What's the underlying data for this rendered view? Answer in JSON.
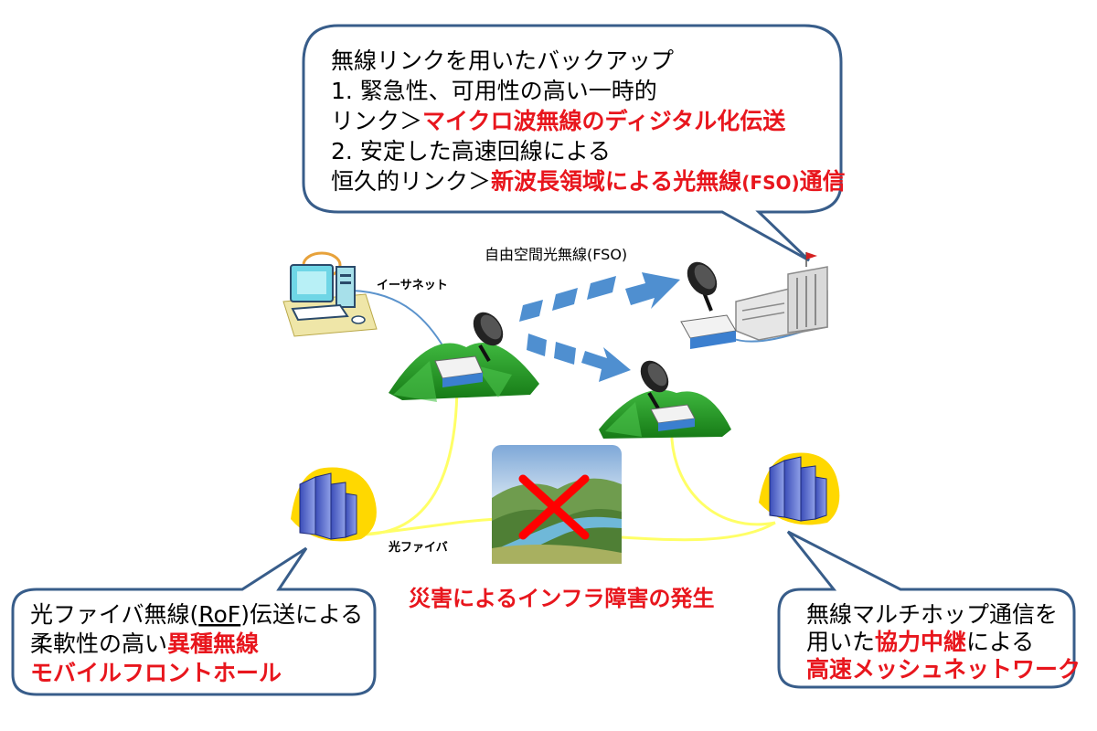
{
  "top_callout": {
    "line1": "無線リンクを用いたバックアップ",
    "line2": "1. 緊急性、可用性の高い一時的",
    "line3_black": "リンク＞",
    "line3_red": "マイクロ波無線のディジタル化伝送",
    "line4": "2. 安定した高速回線による",
    "line5_black": "恒久的リンク＞",
    "line5_red_a": "新波長領域による光無線",
    "line5_red_b": "(FSO)",
    "line5_red_c": "通信"
  },
  "fso_label": "自由空間光無線(FSO)",
  "ethernet_label": "イーサネット",
  "fiber_label": "光ファイバ",
  "disaster_label": "災害によるインフラ障害の発生",
  "left_callout": {
    "line1": "光ファイバ無線(",
    "line1_rof": "RoF",
    "line1_end": ")伝送による",
    "line2_black": "柔軟性の高い",
    "line2_red": "異種無線",
    "line3_red": "モバイルフロントホール"
  },
  "right_callout": {
    "line1": "無線マルチホップ通信を",
    "line2_black": "用いた",
    "line2_red": "協力中継",
    "line2_black_end": "による",
    "line3_red": "高速メッシュネットワーク"
  },
  "colors": {
    "callout_border": "#385d8a",
    "highlight_red": "#e8161d",
    "fiber_yellow": "#ffff66",
    "arrow_blue": "#4f8fd0",
    "mountain_green": "#1c8a1c",
    "cross_red": "#ff0000"
  },
  "icons": [
    "computer-icon",
    "satellite-dish-icon",
    "router-icon",
    "mountain-icon",
    "office-building-icon",
    "city-buildings-icon",
    "landscape-image",
    "cross-icon"
  ]
}
